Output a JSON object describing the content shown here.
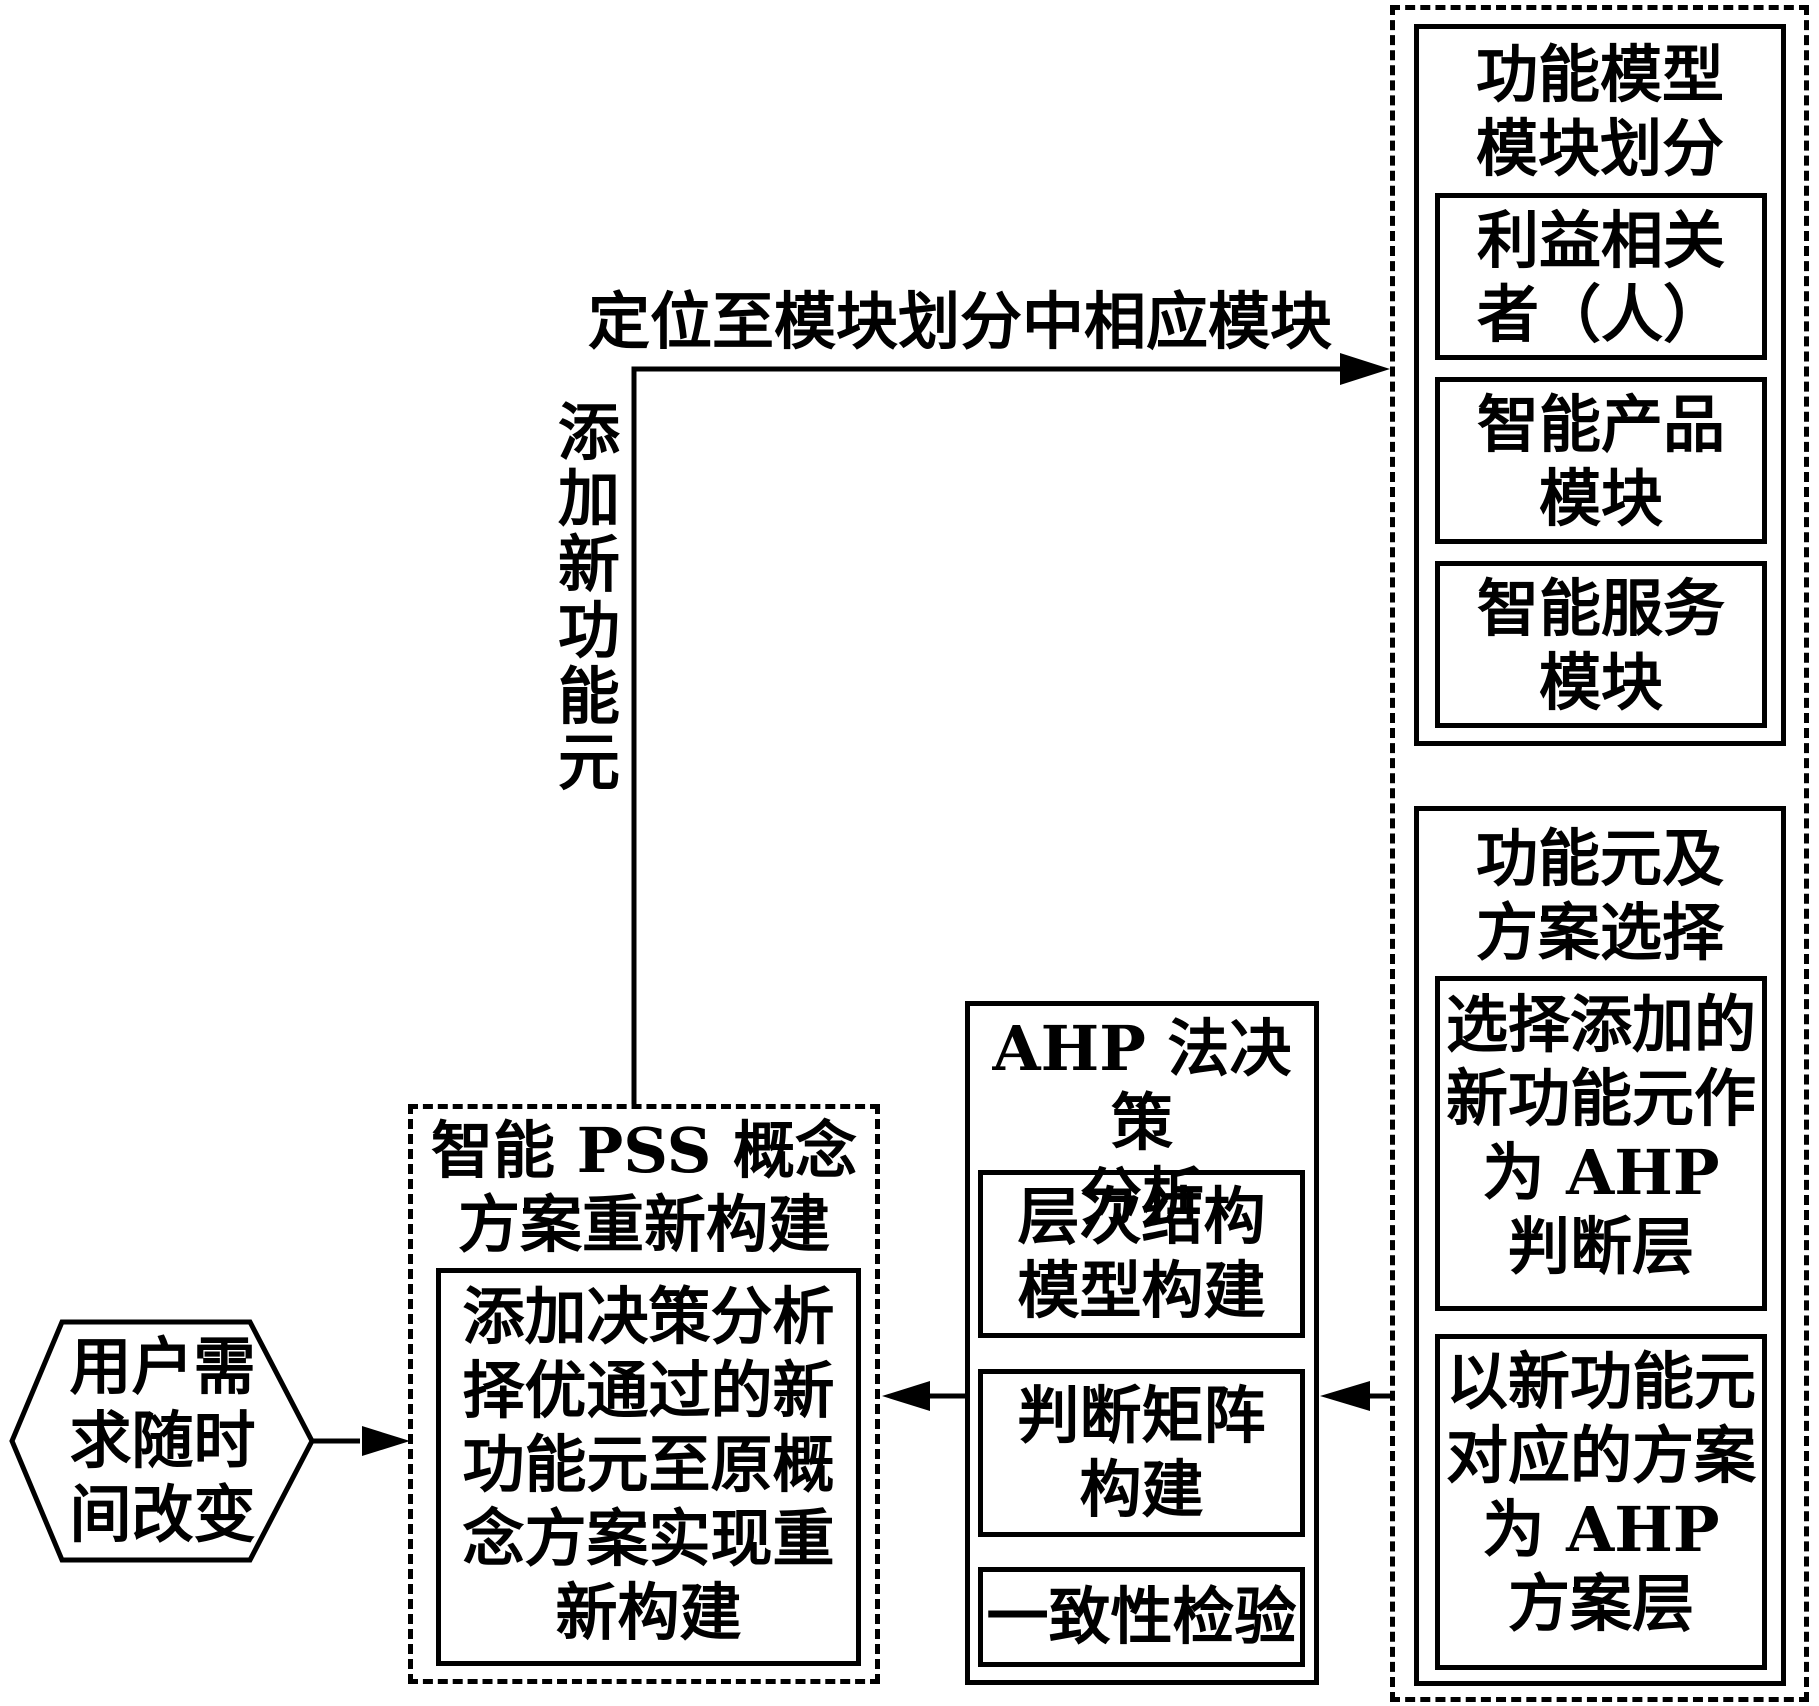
{
  "user_node": {
    "label": "用户需\n求随时\n间改变"
  },
  "pss_container": {
    "title": "智能 PSS 概念\n方案重新构建",
    "inner": "添加决策分析\n择优通过的新\n功能元至原概\n念方案实现重\n新构建"
  },
  "ahp_container": {
    "title": "AHP 法决策\n分析",
    "steps": [
      "层次结构\n模型构建",
      "判断矩阵\n构建",
      "一致性检验"
    ]
  },
  "function_model": {
    "title": "功能模型\n模块划分",
    "modules": [
      "利益相关\n者（人）",
      "智能产品\n模块",
      "智能服务\n模块"
    ]
  },
  "selection": {
    "title": "功能元及\n方案选择",
    "items": [
      "选择添加的\n新功能元作\n为 AHP\n判断层",
      "以新功能元\n对应的方案\n为 AHP\n方案层"
    ]
  },
  "edges": {
    "top_label": "定位至模块划分中相应模块",
    "vertical_label": "添加新功能元"
  }
}
